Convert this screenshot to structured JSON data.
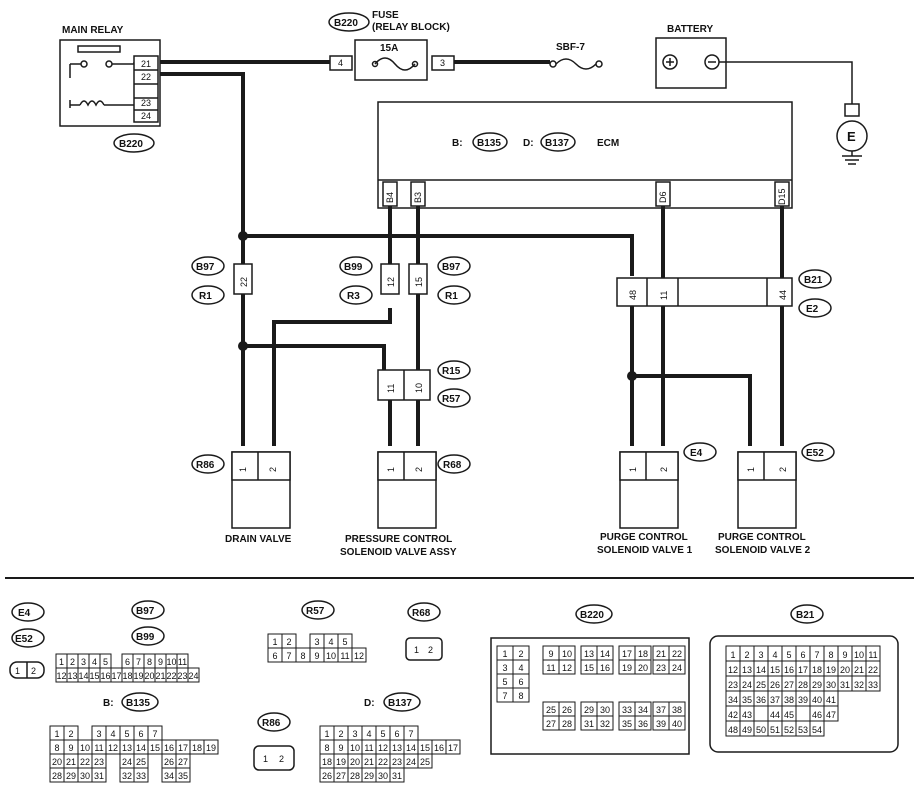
{
  "components": {
    "main_relay": "MAIN RELAY",
    "fuse": "FUSE",
    "fuse_sub": "(RELAY BLOCK)",
    "fuse_rating": "15A",
    "sbf": "SBF-7",
    "battery": "BATTERY",
    "ecm": "ECM",
    "ecm_b": "B:",
    "ecm_d": "D:",
    "ground": "E",
    "drain_valve": "DRAIN VALVE",
    "pcsv_1": "PRESSURE CONTROL",
    "pcsv_2": "SOLENOID VALVE ASSY",
    "purge1_1": "PURGE CONTROL",
    "purge1_2": "SOLENOID VALVE 1",
    "purge2_1": "PURGE CONTROL",
    "purge2_2": "SOLENOID VALVE 2"
  },
  "connectors": {
    "B220": "B220",
    "B135": "B135",
    "B137": "B137",
    "B97": "B97",
    "B99": "B99",
    "R1": "R1",
    "R3": "R3",
    "B21": "B21",
    "E2": "E2",
    "R15": "R15",
    "R57": "R57",
    "R86": "R86",
    "R68": "R68",
    "E4": "E4",
    "E52": "E52"
  },
  "pins": {
    "relay": [
      "21",
      "22",
      "23",
      "24"
    ],
    "fuse_in": "4",
    "fuse_out": "3",
    "ecm": [
      "B4",
      "B3",
      "D6",
      "D15"
    ],
    "b97_r1_left": "22",
    "b99_r3": "12",
    "b97_r1_right": "15",
    "b21_e2": [
      "48",
      "11",
      "44"
    ],
    "r15_r57": [
      "11",
      "10"
    ],
    "two_pin": [
      "1",
      "2"
    ]
  },
  "legend": {
    "e4_e52": [
      "1",
      "2"
    ],
    "b97_b99": [
      [
        "1",
        "2",
        "3",
        "4",
        "5",
        "",
        "6",
        "7",
        "8",
        "9",
        "10",
        "11"
      ],
      [
        "12",
        "13",
        "14",
        "15",
        "16",
        "17",
        "18",
        "19",
        "20",
        "21",
        "22",
        "23",
        "24"
      ]
    ],
    "b135_rows": [
      [
        "1",
        "2",
        "",
        "3",
        "4",
        "5",
        "6",
        "7"
      ],
      [
        "8",
        "9",
        "10",
        "11",
        "12",
        "13",
        "14",
        "15",
        "16",
        "17",
        "18",
        "19"
      ],
      [
        "20",
        "21",
        "22",
        "23",
        "",
        "24",
        "25",
        "",
        "26",
        "27"
      ],
      [
        "28",
        "29",
        "30",
        "31",
        "",
        "32",
        "33",
        "",
        "34",
        "35"
      ]
    ],
    "r57_rows": [
      [
        "1",
        "2",
        "",
        "3",
        "4",
        "5"
      ],
      [
        "6",
        "7",
        "8",
        "9",
        "10",
        "11",
        "12"
      ]
    ],
    "r68": [
      "1",
      "2"
    ],
    "r86": [
      "1",
      "2"
    ],
    "b137_rows": [
      [
        "1",
        "2",
        "3",
        "4",
        "5",
        "6",
        "7"
      ],
      [
        "8",
        "9",
        "10",
        "11",
        "12",
        "13",
        "14",
        "15",
        "16",
        "17"
      ],
      [
        "18",
        "19",
        "20",
        "21",
        "22",
        "23",
        "24",
        "25"
      ],
      [
        "26",
        "27",
        "28",
        "29",
        "30",
        "31"
      ]
    ],
    "b220_blocks": [
      [
        "1",
        "2",
        "3",
        "4",
        "5",
        "6",
        "7",
        "8"
      ],
      [
        "9",
        "10",
        "11",
        "12"
      ],
      [
        "13",
        "14",
        "15",
        "16"
      ],
      [
        "17",
        "18",
        "19",
        "20"
      ],
      [
        "21",
        "22",
        "23",
        "24"
      ],
      [
        "25",
        "26",
        "27",
        "28"
      ],
      [
        "29",
        "30",
        "31",
        "32"
      ],
      [
        "33",
        "34",
        "35",
        "36"
      ],
      [
        "37",
        "38",
        "39",
        "40"
      ]
    ],
    "b21_rows": [
      [
        "1",
        "2",
        "3",
        "4",
        "5",
        "6",
        "7",
        "8",
        "9",
        "10",
        "11"
      ],
      [
        "12",
        "13",
        "14",
        "15",
        "16",
        "17",
        "18",
        "19",
        "20",
        "21",
        "22"
      ],
      [
        "23",
        "24",
        "25",
        "26",
        "27",
        "28",
        "29",
        "30",
        "31",
        "32",
        "33"
      ],
      [
        "34",
        "35",
        "36",
        "37",
        "38",
        "39",
        "40",
        "41"
      ],
      [
        "42",
        "43",
        "",
        "44",
        "45",
        "",
        "46",
        "47"
      ],
      [
        "48",
        "49",
        "50",
        "51",
        "52",
        "53",
        "54"
      ]
    ]
  }
}
